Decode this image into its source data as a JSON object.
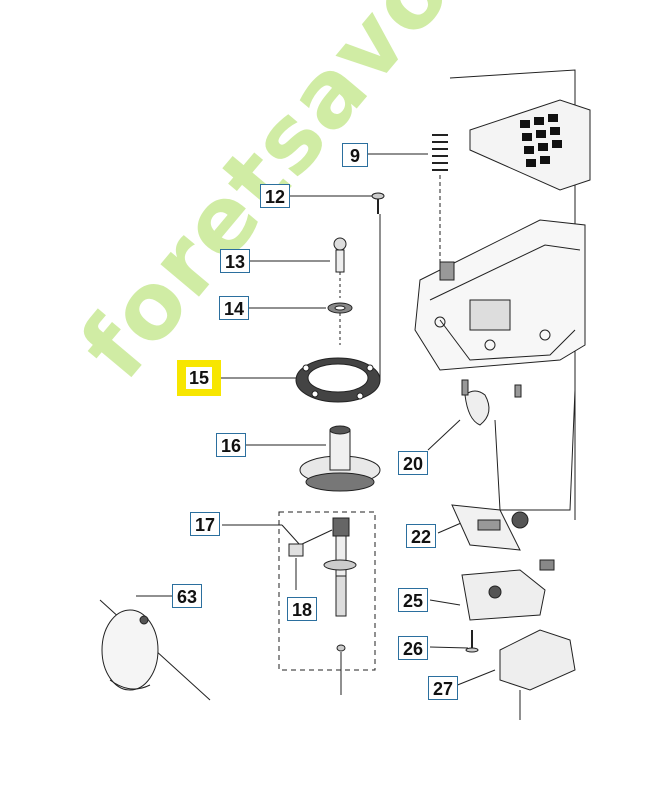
{
  "diagram": {
    "watermark": "foretsavoir.com",
    "colors": {
      "callout_border": "#2b6f9e",
      "highlight": "#f7e600",
      "watermark": "#aadc5a",
      "line": "#222222"
    },
    "parts": [
      {
        "id": "p9",
        "label": "9"
      },
      {
        "id": "p12",
        "label": "12"
      },
      {
        "id": "p13",
        "label": "13"
      },
      {
        "id": "p14",
        "label": "14"
      },
      {
        "id": "p15",
        "label": "15",
        "highlighted": true
      },
      {
        "id": "p16",
        "label": "16"
      },
      {
        "id": "p17",
        "label": "17"
      },
      {
        "id": "p18",
        "label": "18"
      },
      {
        "id": "p20",
        "label": "20"
      },
      {
        "id": "p22",
        "label": "22"
      },
      {
        "id": "p25",
        "label": "25"
      },
      {
        "id": "p26",
        "label": "26"
      },
      {
        "id": "p27",
        "label": "27"
      },
      {
        "id": "p63",
        "label": "63"
      }
    ]
  }
}
